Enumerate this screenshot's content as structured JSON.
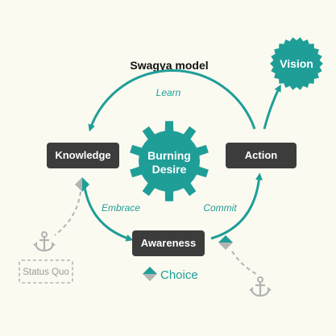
{
  "title": "Swagya model",
  "center": {
    "line1": "Burning",
    "line2": "Desire"
  },
  "nodes": {
    "knowledge": "Knowledge",
    "action": "Action",
    "awareness": "Awareness",
    "vision": "Vision",
    "status_quo": "Status Quo"
  },
  "edges": {
    "learn": "Learn",
    "embrace": "Embrace",
    "commit": "Commit"
  },
  "legend": {
    "choice": "Choice"
  },
  "icons": {
    "gear": "gear-icon",
    "anchor": "anchor-icon",
    "choice": "choice-diamond-icon",
    "seal": "seal-icon"
  },
  "colors": {
    "teal": "#1f9e98",
    "dark_box": "#3c3c3c",
    "gray": "#b3b3b3",
    "background": "#fbfaf0"
  }
}
